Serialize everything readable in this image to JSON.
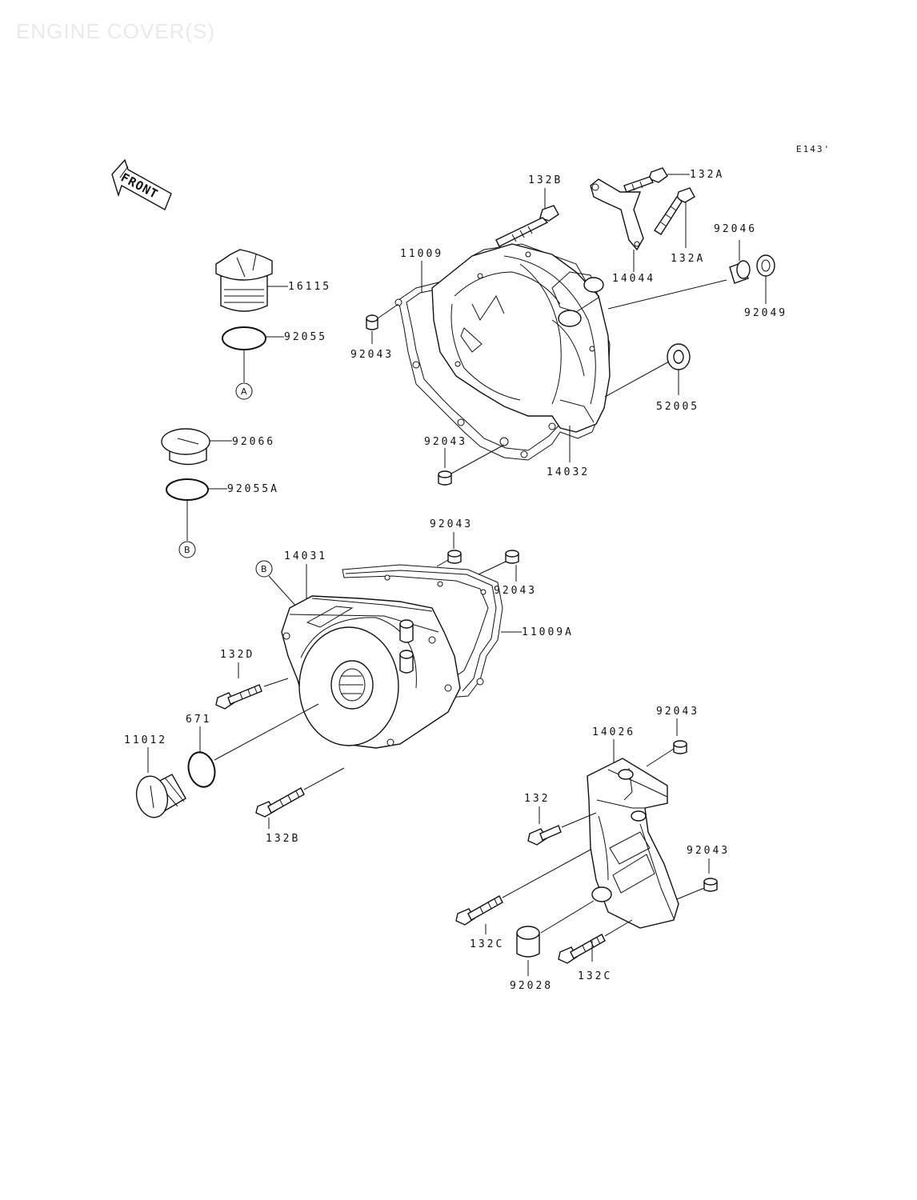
{
  "header": {
    "title": "ENGINE COVER(S)",
    "code": "E143'"
  },
  "front_marker": "FRONT",
  "circle_refs": {
    "a": "A",
    "b": "B"
  },
  "labels": {
    "p16115": "16115",
    "p92055": "92055",
    "p92066": "92066",
    "p92055a": "92055A",
    "p132b_top": "132B",
    "p132a_1": "132A",
    "p132a_2": "132A",
    "p11009": "11009",
    "p14044": "14044",
    "p92046": "92046",
    "p92049": "92049",
    "p92043_1": "92043",
    "p52005": "52005",
    "p92043_2": "92043",
    "p14032": "14032",
    "p92043_3": "92043",
    "p14031": "14031",
    "p92043_4": "92043",
    "p11009a": "11009A",
    "p132d": "132D",
    "p671": "671",
    "p11012": "11012",
    "p132b_bot": "132B",
    "p92043_5": "92043",
    "p14026": "14026",
    "p132": "132",
    "p92043_6": "92043",
    "p132c_1": "132C",
    "p92028": "92028",
    "p132c_2": "132C"
  }
}
